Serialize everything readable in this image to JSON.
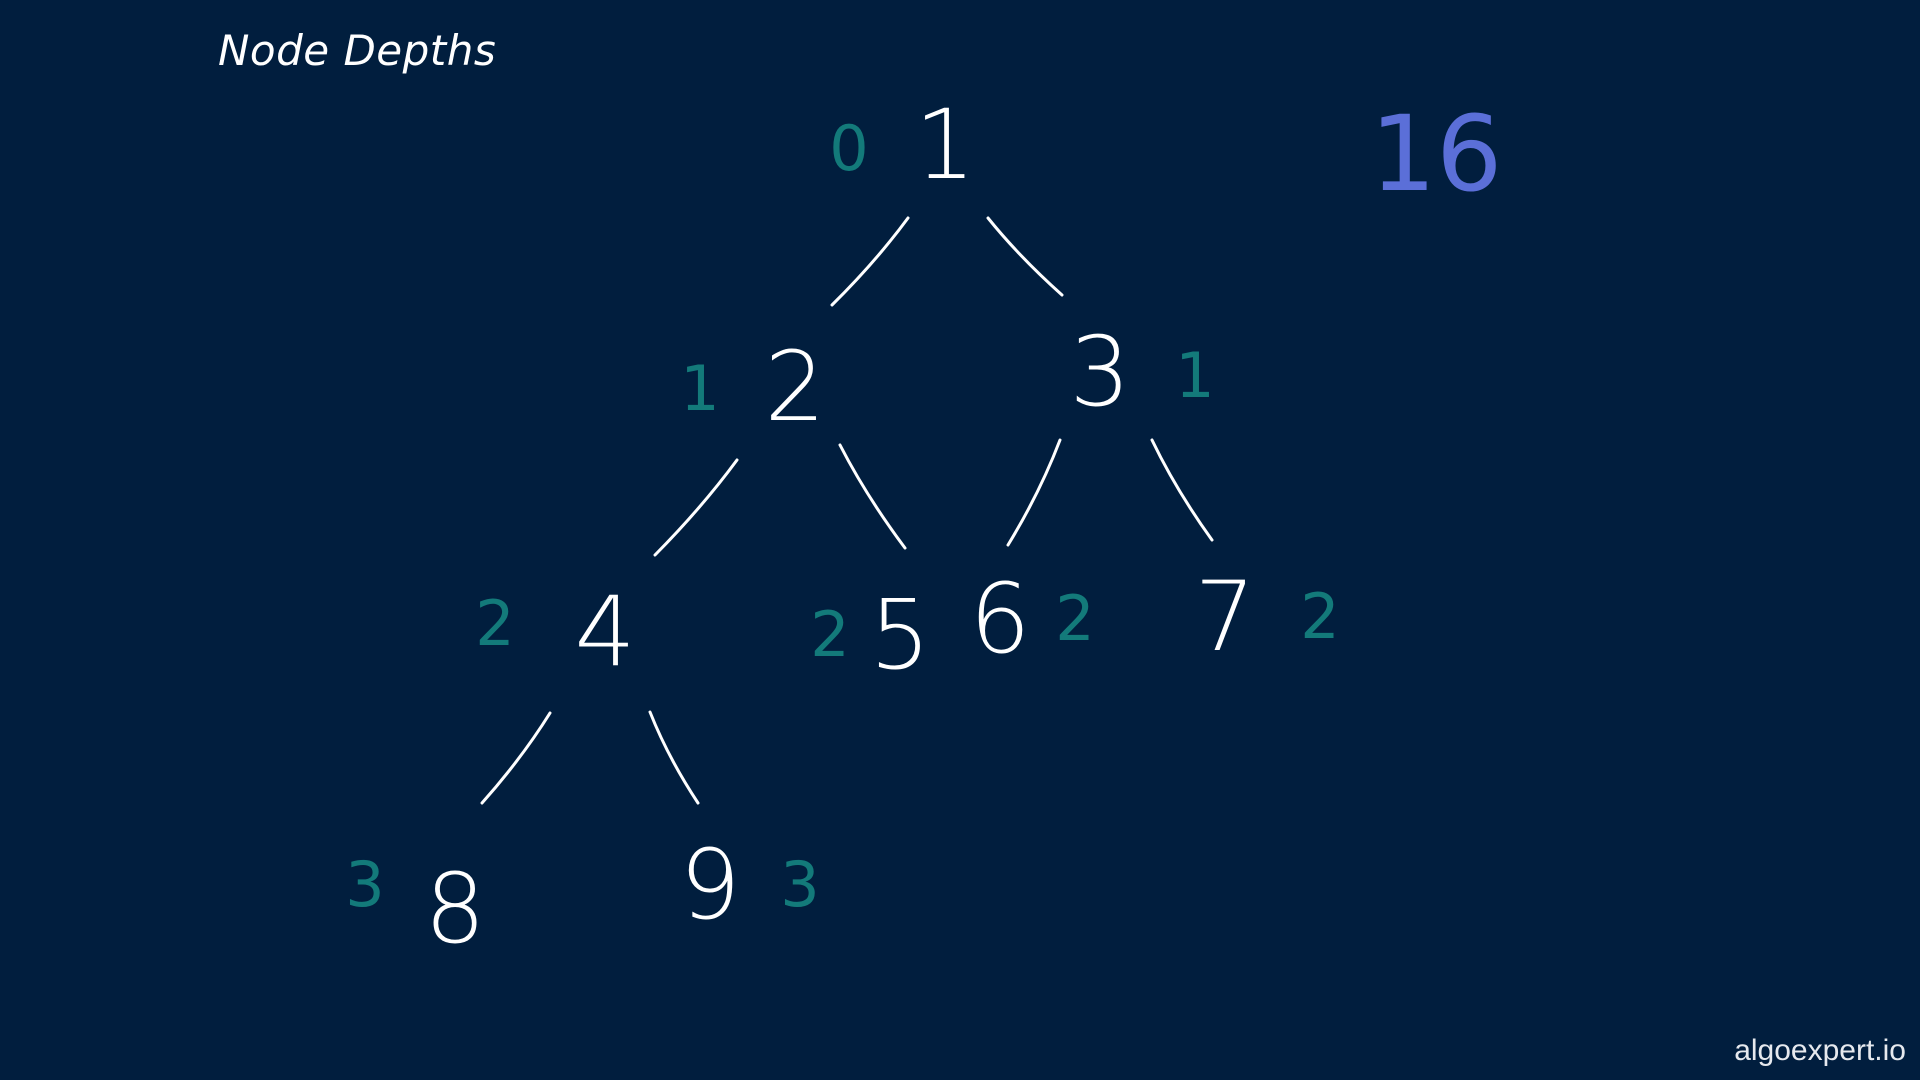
{
  "title": "Node Depths",
  "watermark": "algoexpert.io",
  "colors": {
    "background": "#011e3e",
    "node": "#ffffff",
    "depth": "#137a7a",
    "sum": "#5b6fd8"
  },
  "depth_sum": "16",
  "nodes": [
    {
      "id": "1",
      "depth": "0"
    },
    {
      "id": "2",
      "depth": "1"
    },
    {
      "id": "3",
      "depth": "1"
    },
    {
      "id": "4",
      "depth": "2"
    },
    {
      "id": "5",
      "depth": "2"
    },
    {
      "id": "6",
      "depth": "2"
    },
    {
      "id": "7",
      "depth": "2"
    },
    {
      "id": "8",
      "depth": "3"
    },
    {
      "id": "9",
      "depth": "3"
    }
  ],
  "edges": [
    [
      "1",
      "2"
    ],
    [
      "1",
      "3"
    ],
    [
      "2",
      "4"
    ],
    [
      "2",
      "5"
    ],
    [
      "3",
      "6"
    ],
    [
      "3",
      "7"
    ],
    [
      "4",
      "8"
    ],
    [
      "4",
      "9"
    ]
  ]
}
